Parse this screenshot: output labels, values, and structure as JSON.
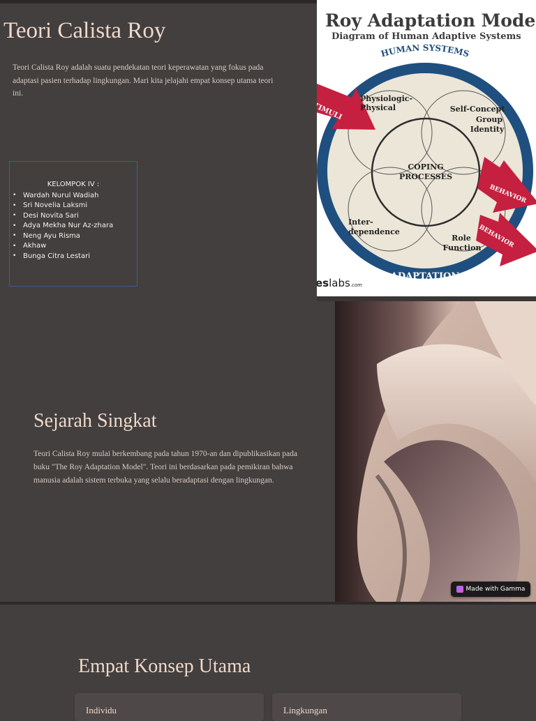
{
  "slide1": {
    "title": "Teori Calista Roy",
    "description": "Teori Calista Roy adalah suatu pendekatan teori keperawatan yang fokus pada adaptasi pasien terhadap lingkungan. Mari kita jelajahi empat konsep utama teori ini.",
    "group": {
      "title": "KELOMPOK IV :",
      "members": [
        "Wardah Nurul Wadiah",
        "Sri Novelia Laksmi",
        "Desi Novita Sari",
        "Adya Mekha Nur Az-zhara",
        "Neng Ayu Risma",
        "Akhaw",
        "Bunga Citra Lestari"
      ]
    }
  },
  "diagram": {
    "title": "Roy Adaptation Model",
    "subtitle": "Diagram of Human Adaptive Systems",
    "top_label": "HUMAN SYSTEMS",
    "bottom_label": "ADAPTATION",
    "stimuli": "STIMULI",
    "behavior_1": "BEHAVIOR",
    "behavior_2": "BEHAVIOR",
    "center_1": "COPING",
    "center_2": "PROCESSES",
    "mode_physiologic_1": "Physiologic-",
    "mode_physiologic_2": "Physical",
    "mode_self_1": "Self-Concept",
    "mode_self_2": "Group",
    "mode_self_3": "Identity",
    "mode_inter_1": "Inter-",
    "mode_inter_2": "dependence",
    "mode_role_1": "Role",
    "mode_role_2": "Function",
    "logo_text_bold": "es",
    "logo_text": "labs",
    "logo_suffix": ".com",
    "colors": {
      "ring": "#1f4f7f",
      "arrow": "#c5203f",
      "fill": "#ebe6d8"
    }
  },
  "slide2": {
    "title": "Sejarah Singkat",
    "description": "Teori Calista Roy mulai berkembang pada tahun 1970-an dan dipublikasikan pada buku \"The Roy Adaptation Model\". Teori ini berdasarkan pada pemikiran bahwa manusia adalah sistem terbuka yang selalu beradaptasi dengan lingkungan."
  },
  "badge": {
    "label": "Made with Gamma"
  },
  "slide3": {
    "title": "Empat Konsep Utama",
    "cards": [
      "Individu",
      "Lingkungan"
    ]
  },
  "colors": {
    "background": "#433f3e",
    "heading": "#eed9cc",
    "body_text": "#d7cbc3"
  }
}
